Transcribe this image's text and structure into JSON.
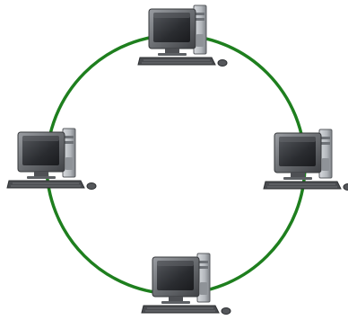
{
  "diagram": {
    "type": "ring-network-topology",
    "ring_color": "#1e7f1e",
    "node_count": 4,
    "nodes": [
      {
        "position": "top",
        "device": "desktop-computer",
        "icon": "computer-icon"
      },
      {
        "position": "left",
        "device": "desktop-computer",
        "icon": "computer-icon"
      },
      {
        "position": "right",
        "device": "desktop-computer",
        "icon": "computer-icon"
      },
      {
        "position": "bottom",
        "device": "desktop-computer",
        "icon": "computer-icon"
      }
    ],
    "colors": {
      "monitor_body": "#6b6e72",
      "monitor_screen": "#2a2c30",
      "tower": "#b9bdc2",
      "keyboard": "#4a4c50"
    }
  }
}
